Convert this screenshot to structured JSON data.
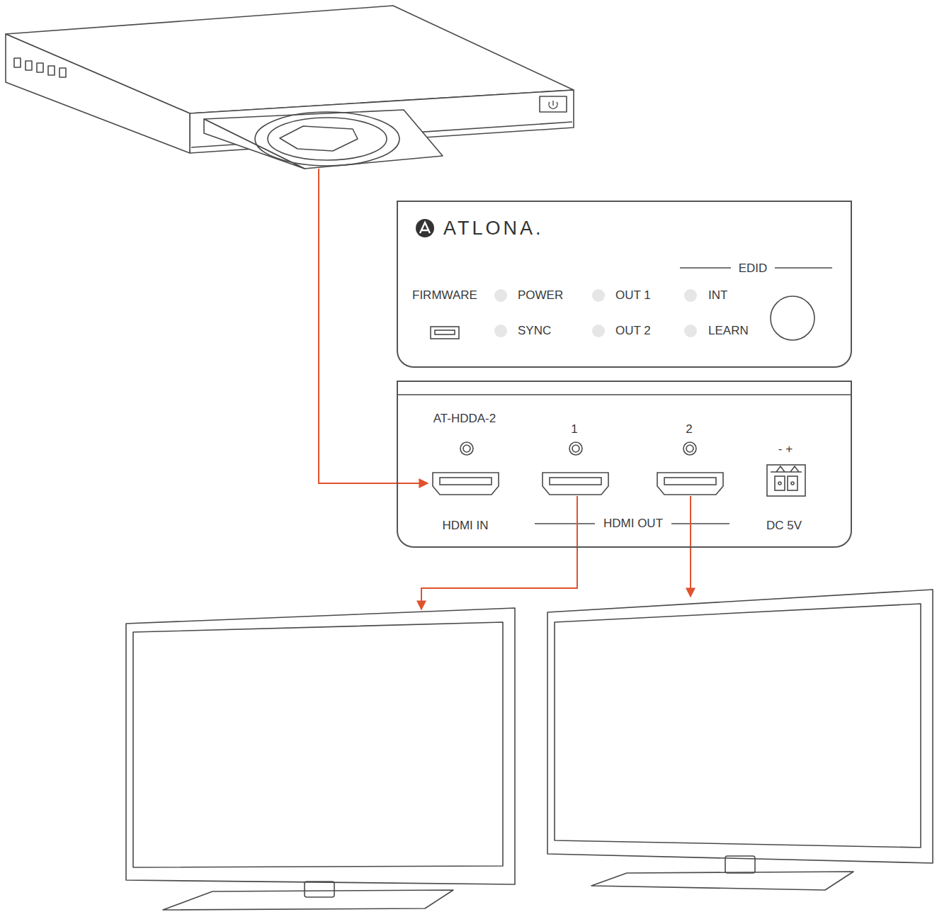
{
  "diagram": {
    "nodes": [
      {
        "text": [
          "ATLONA.",
          "FIRMWARE",
          "POWER",
          "SYNC",
          "OUT 1",
          "OUT 2",
          "EDID",
          "INT",
          "LEARN"
        ]
      },
      {
        "text": [
          "AT-HDDA-2",
          "1",
          "2",
          "- +",
          "HDMI IN",
          "HDMI OUT",
          "DC 5V"
        ]
      }
    ]
  }
}
